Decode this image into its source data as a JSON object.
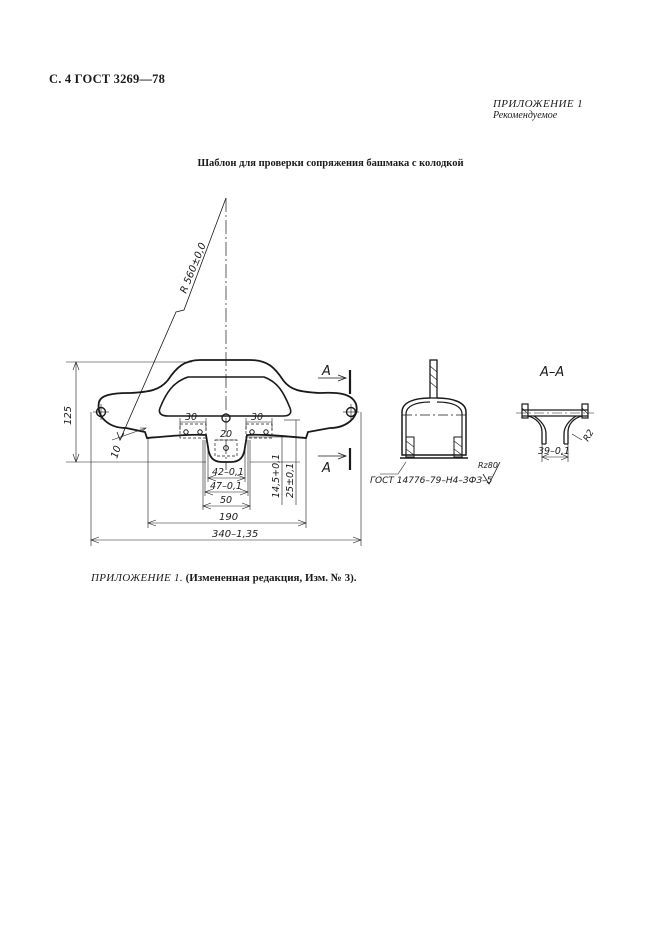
{
  "header": {
    "page_ref": "С. 4 ГОСТ 3269—78"
  },
  "appendix": {
    "title": "ПРИЛОЖЕНИЕ 1",
    "subtitle": "Рекомендуемое"
  },
  "figure": {
    "title": "Шаблон для проверки сопряжения башмака с колодкой",
    "section_mark": "А",
    "section_label": "А–А",
    "dimensions": {
      "radius": "R 560±0,0",
      "height_125": "125",
      "angle_10": "10",
      "hole_30_left": "30",
      "hole_30_right": "30",
      "center_20": "20",
      "d42": "42–0,1",
      "d47": "47–0,1",
      "d50": "50",
      "d14_5": "14,5+0,1",
      "d25": "25±0,1",
      "d190": "190",
      "d340": "340–1,35",
      "section_r2": "R2",
      "section_39": "39–0,1"
    },
    "surface_note": "ГОСТ 14776–79–Н4–ЗФЗ–5",
    "roughness": "Rz80"
  },
  "note": {
    "ref": "ПРИЛОЖЕНИЕ 1.",
    "text": "(Измененная редакция, Изм. № 3)."
  }
}
